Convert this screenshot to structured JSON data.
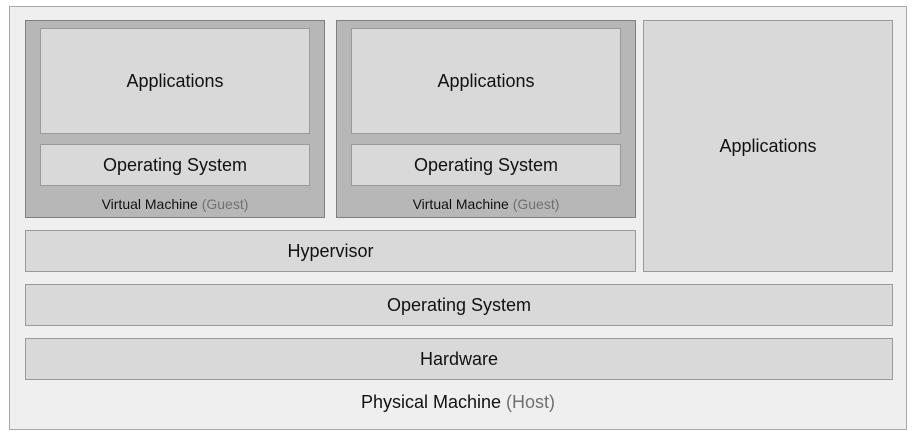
{
  "diagram": {
    "vm1": {
      "applications": "Applications",
      "operating_system": "Operating System",
      "caption_main": "Virtual Machine",
      "caption_note": "(Guest)"
    },
    "vm2": {
      "applications": "Applications",
      "operating_system": "Operating System",
      "caption_main": "Virtual Machine",
      "caption_note": "(Guest)"
    },
    "host_applications": "Applications",
    "hypervisor": "Hypervisor",
    "host_operating_system": "Operating System",
    "hardware": "Hardware",
    "host_caption_main": "Physical Machine",
    "host_caption_note": "(Host)"
  }
}
